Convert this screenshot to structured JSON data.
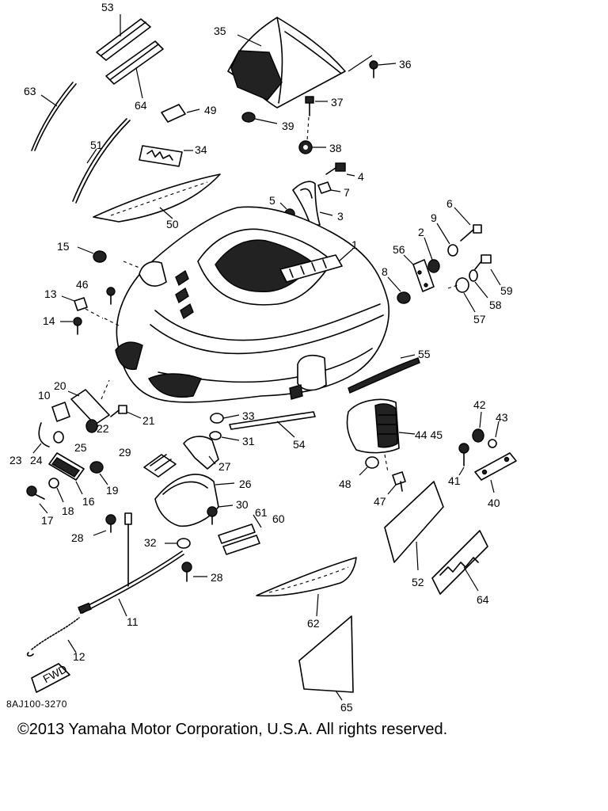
{
  "diagram": {
    "reference_code": "8AJ100-3270",
    "direction_label": "FWD",
    "callouts": [
      "53",
      "35",
      "36",
      "64",
      "37",
      "63",
      "49",
      "39",
      "38",
      "51",
      "34",
      "4",
      "7",
      "5",
      "3",
      "50",
      "6",
      "9",
      "2",
      "15",
      "56",
      "1",
      "8",
      "59",
      "46",
      "58",
      "13",
      "57",
      "14",
      "55",
      "20",
      "10",
      "21",
      "33",
      "42",
      "43",
      "22",
      "25",
      "54",
      "44 45",
      "23",
      "24",
      "31",
      "29",
      "27",
      "41",
      "19",
      "48",
      "26",
      "47",
      "40",
      "17",
      "18",
      "16",
      "30",
      "61",
      "60",
      "28",
      "32",
      "52",
      "64",
      "28",
      "62",
      "11",
      "12",
      "65"
    ]
  },
  "footer": {
    "copyright": "©2013 Yamaha Motor Corporation, U.S.A. All rights reserved."
  }
}
